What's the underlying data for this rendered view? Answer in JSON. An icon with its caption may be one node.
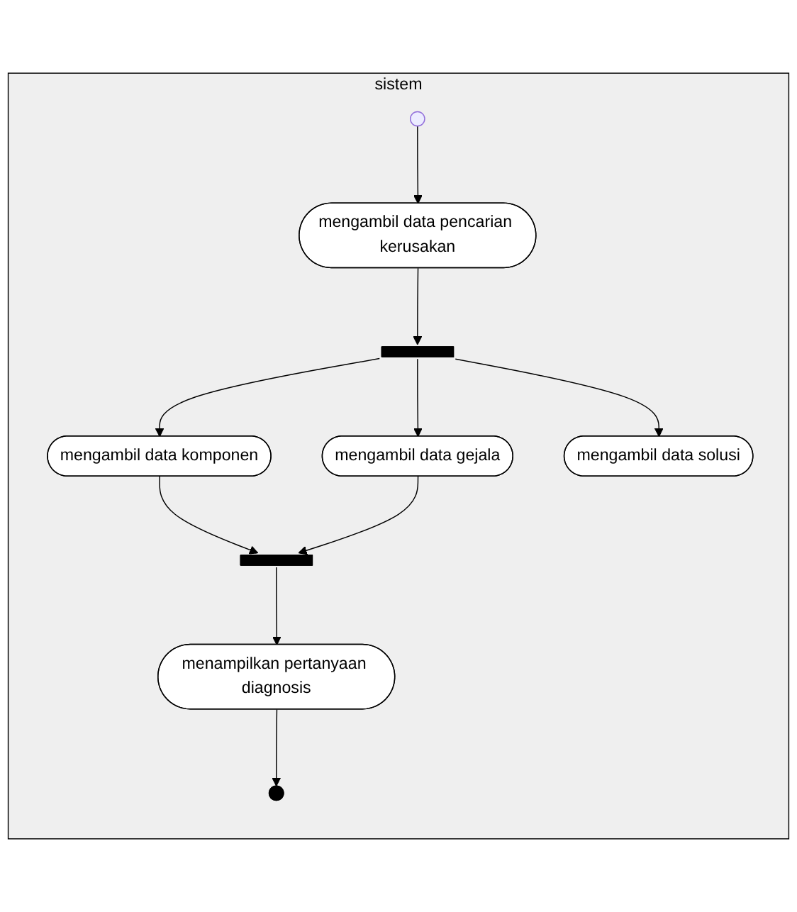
{
  "diagram": {
    "nodes": [
      {
        "text": [
          "sistem"
        ]
      },
      {
        "text": [],
        "shape": "circle",
        "in": 0
      },
      {
        "text": [
          "mengambil data pencarian kerusakan"
        ],
        "in": 0
      },
      {
        "text": [],
        "shape": "bar",
        "in": 0
      },
      {
        "text": [
          "mengambil data komponen"
        ],
        "in": 0
      },
      {
        "text": [
          "mengambil data gejala"
        ],
        "in": 0
      },
      {
        "text": [
          "mengambil data solusi"
        ],
        "in": 0
      },
      {
        "text": [],
        "shape": "bar",
        "in": 0
      },
      {
        "text": [
          "menampilkan pertanyaan diagnosis"
        ],
        "in": 0
      },
      {
        "text": [],
        "shape": "circle",
        "in": 0
      }
    ],
    "edges": [
      {
        "from": 1,
        "to": 2,
        "arrow": "to"
      },
      {
        "from": 2,
        "to": 3,
        "arrow": "to"
      },
      {
        "from": 3,
        "to": 4,
        "arrow": "to"
      },
      {
        "from": 3,
        "to": 5,
        "arrow": "to"
      },
      {
        "from": 3,
        "to": 6,
        "arrow": "to"
      },
      {
        "from": 4,
        "to": 7,
        "arrow": "to"
      },
      {
        "from": 5,
        "to": 7,
        "arrow": "to"
      },
      {
        "from": 7,
        "to": 8,
        "arrow": "to"
      },
      {
        "from": 8,
        "to": 9,
        "arrow": "to"
      }
    ]
  }
}
